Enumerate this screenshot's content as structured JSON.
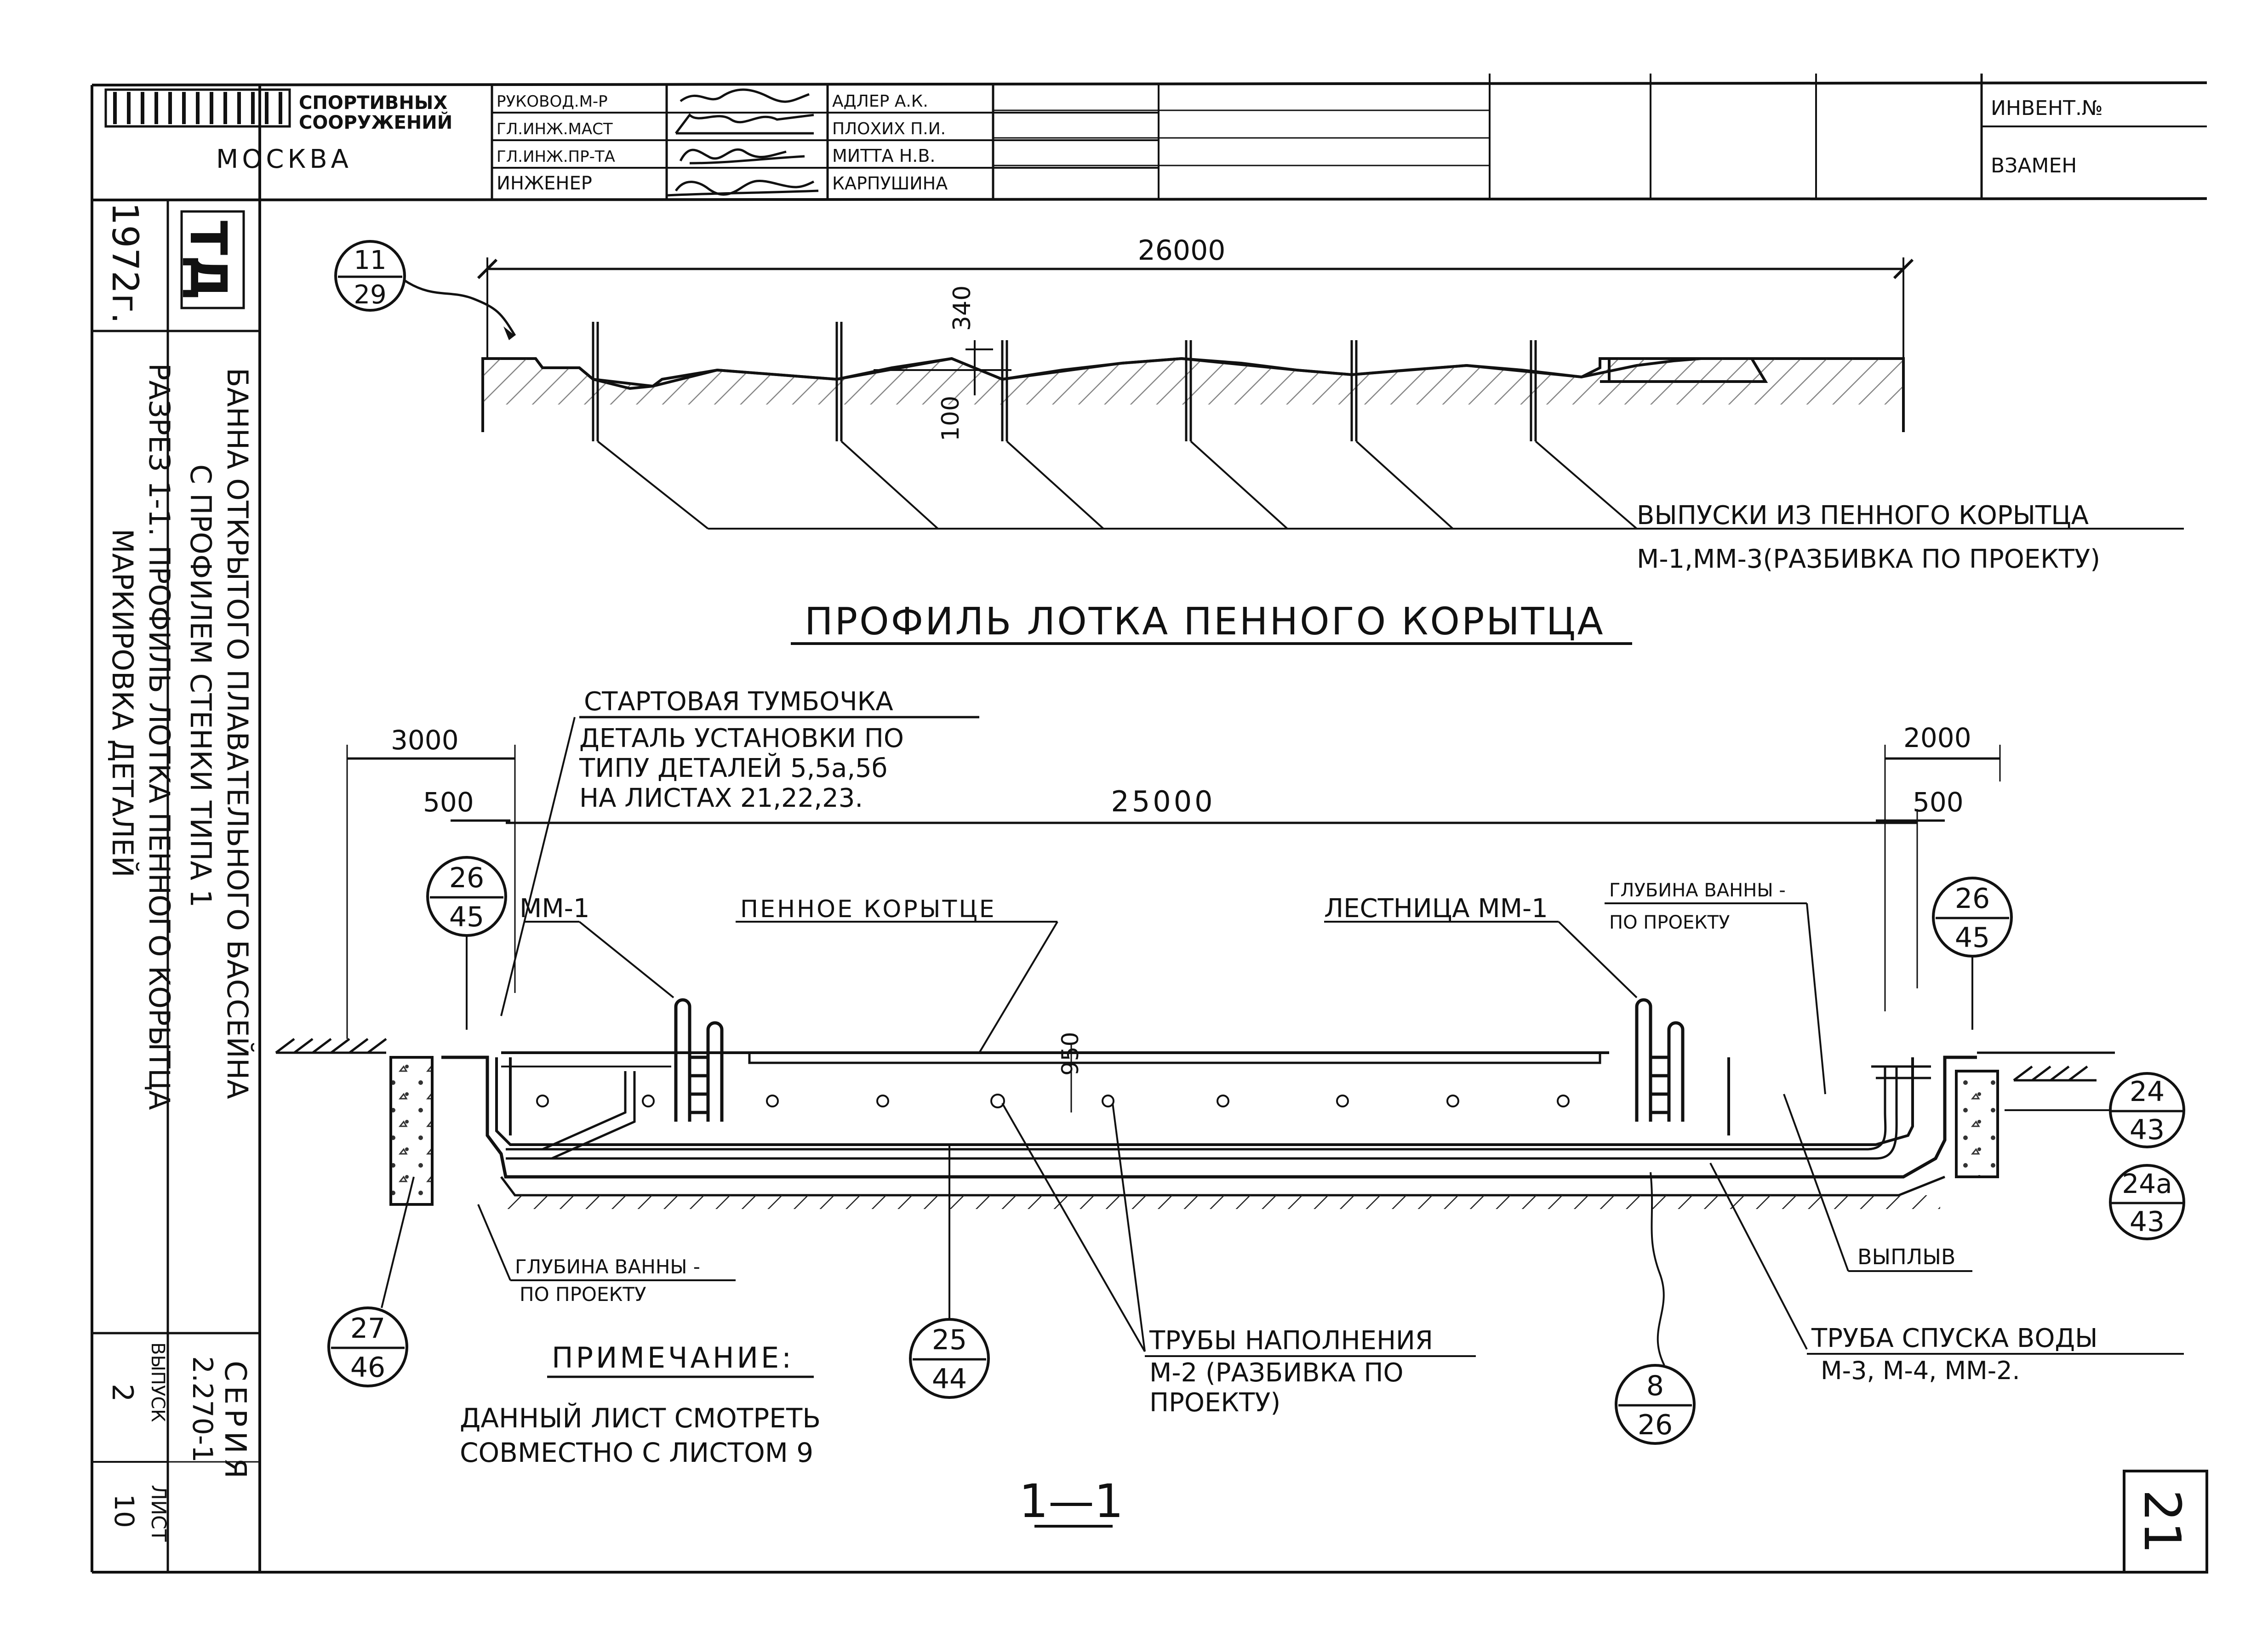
{
  "title_block": {
    "org_line1": "СПОРТИВНЫХ",
    "org_line2": "СООРУЖЕНИЙ",
    "city": "МОСКВА",
    "roles": [
      "РУКОВОД.М-Р",
      "ГЛ.ИНЖ.МАСТ",
      "ГЛ.ИНЖ.ПР-ТА",
      "ИНЖЕНЕР"
    ],
    "names": [
      "АДЛЕР А.К.",
      "ПЛОХИХ П.И.",
      "МИТТА Н.В.",
      "КАРПУШИНА"
    ],
    "inv_label": "ИНВЕНТ.№",
    "replace_label": "ВЗАМЕН"
  },
  "left_stamp": {
    "year": "1972г.",
    "logo": "ТД",
    "description": [
      "БАННА ОТКРЫТОГО ПЛАВАТЕЛЬНОГО БАССЕЙНА",
      "С ПРОФИЛЕМ СТЕНКИ ТИПА 1",
      "РАЗРЕЗ 1-1. ПРОФИЛЬ ЛОТКА ПЕННОГО КОРЫТЦА",
      "МАРКИРОВКА ДЕТАЛЕЙ"
    ],
    "series_label": "СЕРИЯ",
    "series_value": "2.270-1",
    "issue_label": "ВЫПУСК",
    "issue_value": "2",
    "sheet_label": "ЛИСТ",
    "sheet_value": "10"
  },
  "profile": {
    "callout": {
      "top": "11",
      "bottom": "29"
    },
    "dim_total": "26000",
    "dim_340": "340",
    "dim_100": "100",
    "outlet_label_1": "ВЫПУСКИ ИЗ ПЕННОГО КОРЫТЦА",
    "outlet_label_2": "М-1,ММ-3(РАЗБИВКА ПО ПРОЕКТУ)",
    "title": "ПРОФИЛЬ ЛОТКА ПЕННОГО КОРЫТЦА"
  },
  "section": {
    "start_block_label": "СТАРТОВАЯ ТУМБОЧКА",
    "detail_note": [
      "ДЕТАЛЬ УСТАНОВКИ ПО",
      "ТИПУ ДЕТАЛЕЙ 5,5а,5б",
      "НА ЛИСТАХ 21,22,23."
    ],
    "dim_3000": "3000",
    "dim_500_left": "500",
    "dim_25000": "25000",
    "dim_2000": "2000",
    "dim_500_right": "500",
    "dim_950": "950",
    "mm1": "ММ-1",
    "foam_gutter": "ПЕННОЕ КОРЫТЦЕ",
    "ladder": "ЛЕСТНИЦА ММ-1",
    "depth_right_1": "ГЛУБИНА ВАННЫ -",
    "depth_right_2": "ПО ПРОЕКТУ",
    "depth_left_1": "ГЛУБИНА ВАННЫ -",
    "depth_left_2": "ПО ПРОЕКТУ",
    "exit_label": "ВЫПЛЫВ",
    "fill_pipes": [
      "ТРУБЫ НАПОЛНЕНИЯ",
      "М-2 (РАЗБИВКА ПО",
      "ПРОЕКТУ)"
    ],
    "drain_pipe": [
      "ТРУБА СПУСКА ВОДЫ",
      "М-3, М-4, ММ-2."
    ],
    "note_title": "ПРИМЕЧАНИЕ:",
    "note_text": [
      "ДАННЫЙ ЛИСТ СМОТРЕТЬ",
      "СОВМЕСТНО С ЛИСТОМ 9"
    ],
    "section_mark": "1—1",
    "callouts": [
      {
        "top": "26",
        "bottom": "45"
      },
      {
        "top": "26",
        "bottom": "45"
      },
      {
        "top": "24",
        "bottom": "43"
      },
      {
        "top": "24а",
        "bottom": "43"
      },
      {
        "top": "27",
        "bottom": "46"
      },
      {
        "top": "25",
        "bottom": "44"
      },
      {
        "top": "8",
        "bottom": "26"
      }
    ]
  },
  "sheet_number": "21"
}
